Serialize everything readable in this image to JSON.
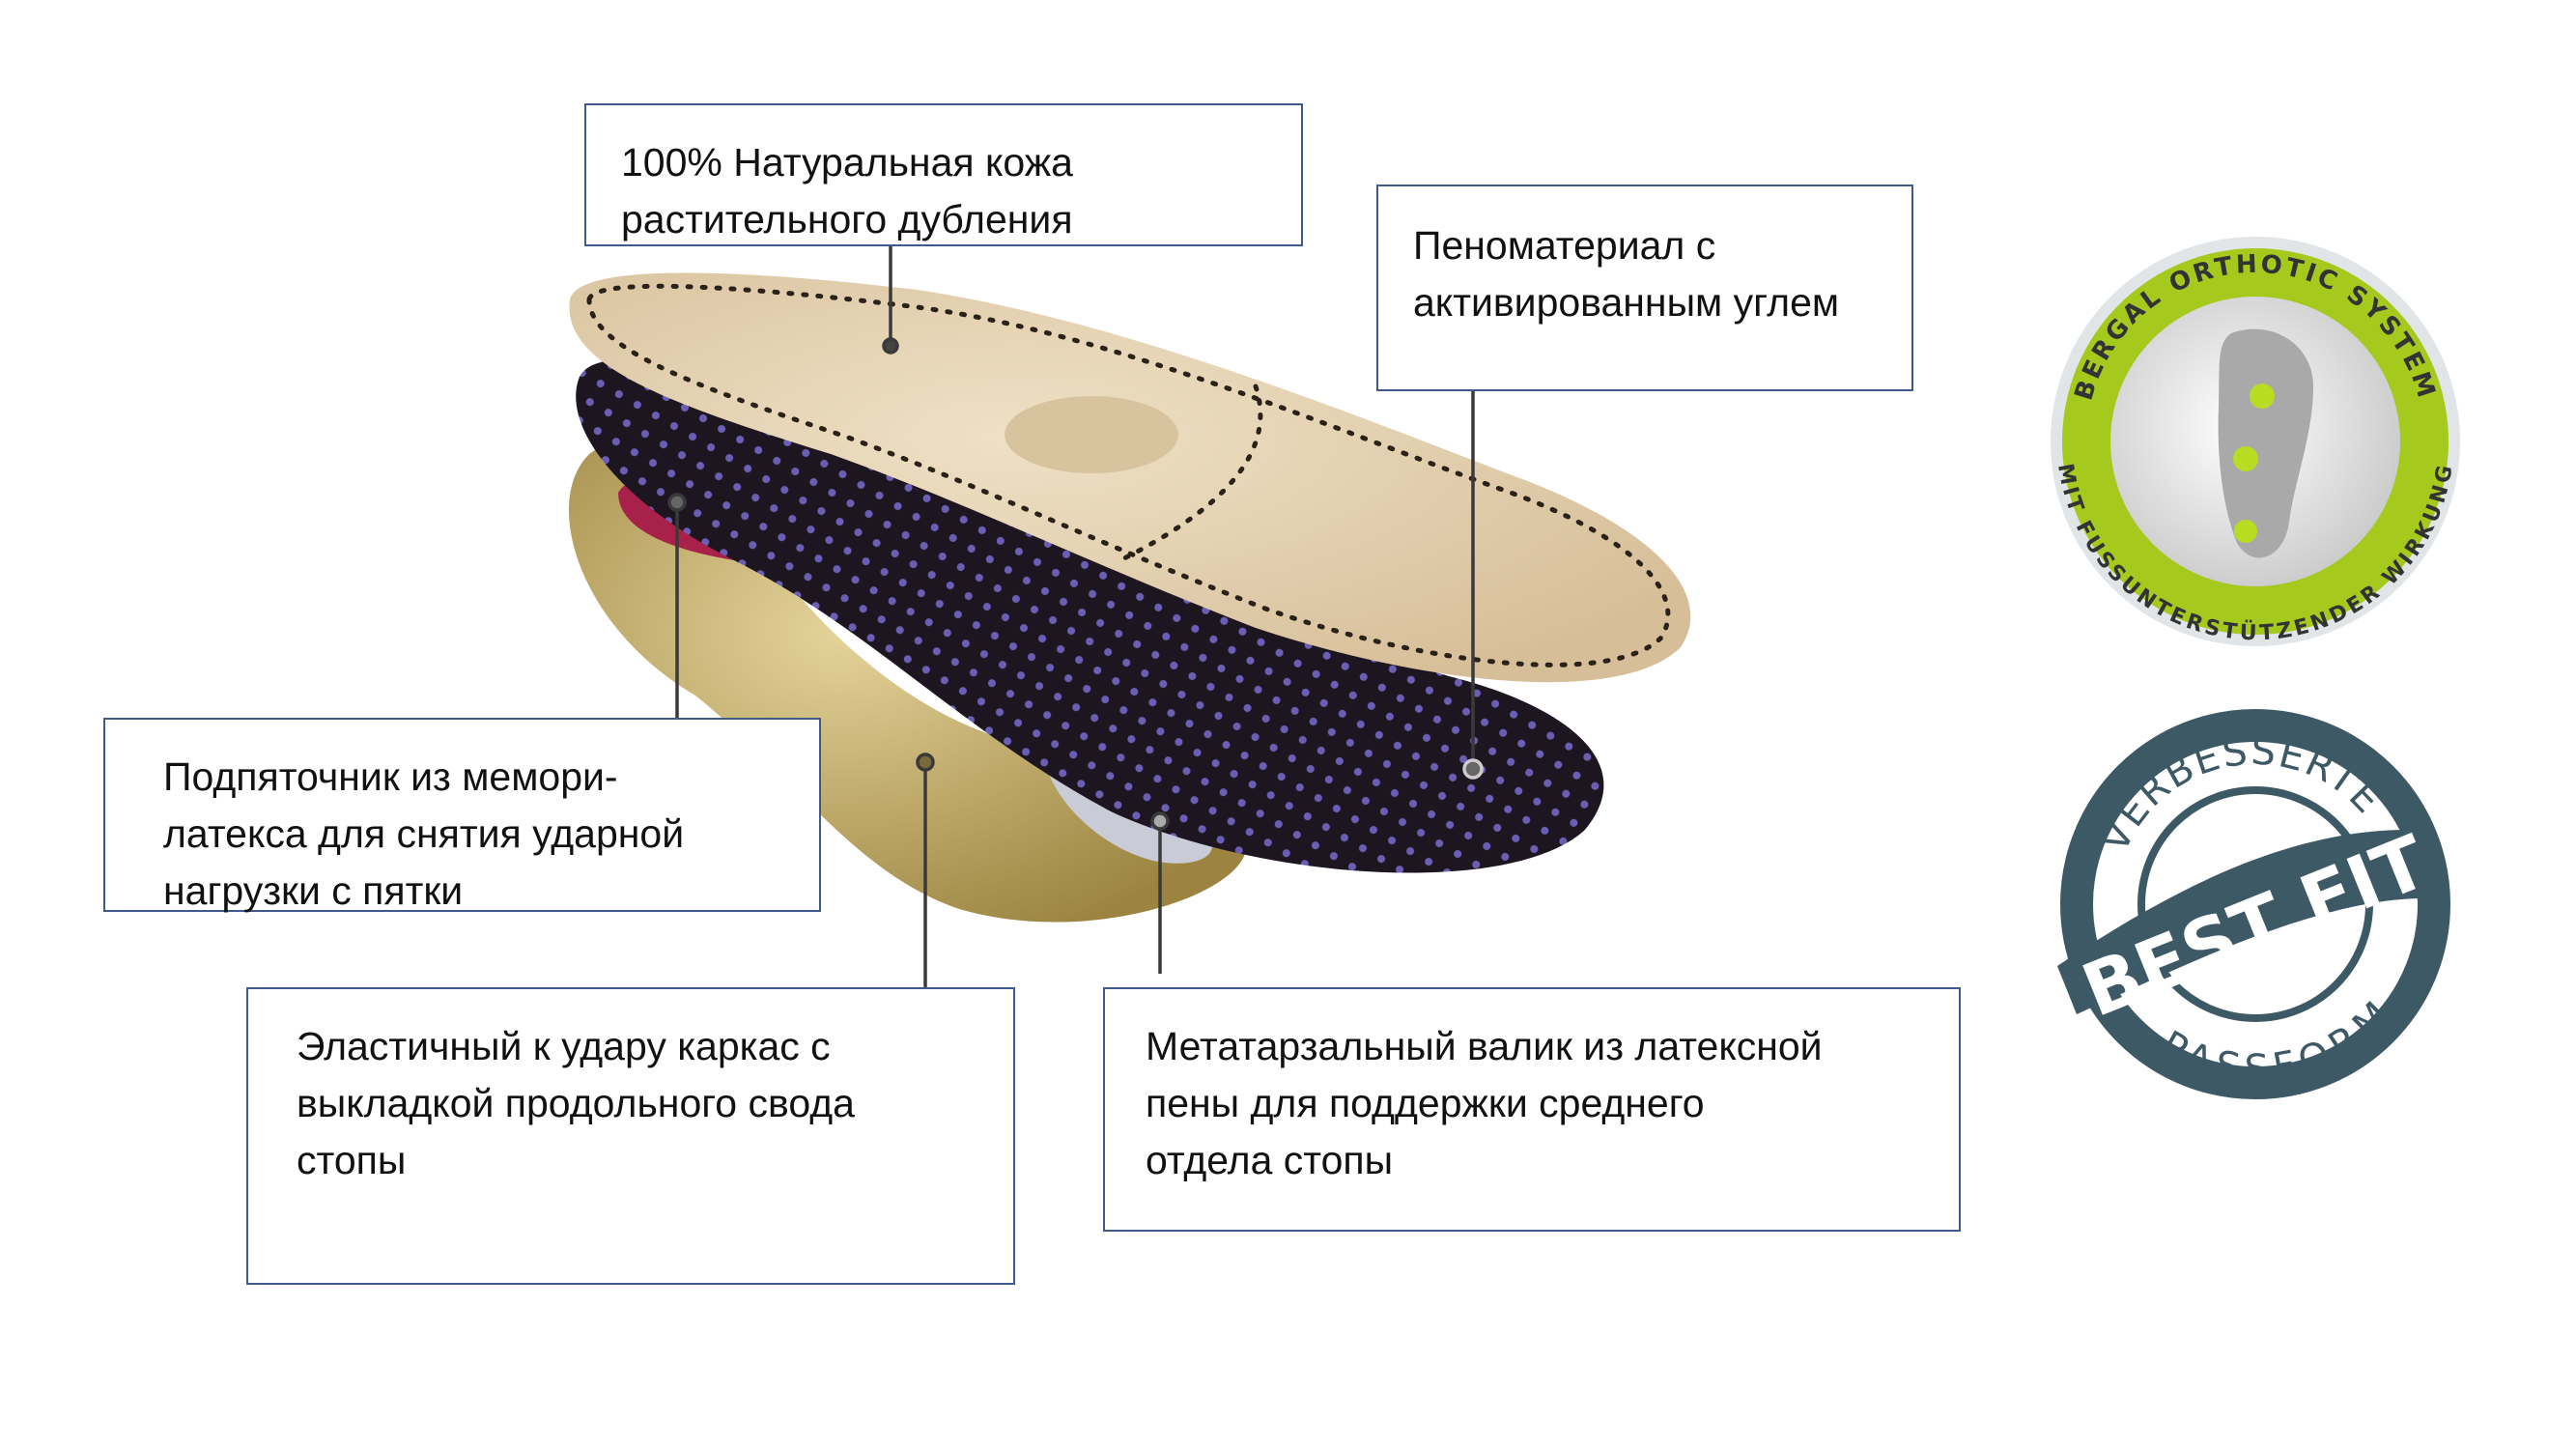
{
  "callouts": {
    "leather": [
      "100% Натуральная кожа",
      "растительного дубления"
    ],
    "foam": [
      "Пеноматериал с",
      "активированным углем"
    ],
    "heel": [
      "Подпяточник из мемори-",
      "латекса для снятия ударной",
      "нагрузки с пятки"
    ],
    "frame": [
      "Эластичный к удару каркас с",
      "выкладкой продольного свода",
      "стопы"
    ],
    "metatarsal": [
      "Метатарзальный валик из латексной",
      "пены для поддержки среднего",
      "отдела стопы"
    ]
  },
  "badges": {
    "bergal": {
      "top": "BERGAL ORTHOTIC SYSTEM",
      "bottom": "MIT FUSSUNTERSTÜTZENDER WIRKUNG",
      "color": "#a6c91e"
    },
    "bestfit": {
      "top": "VERBESSERTE",
      "center": "BEST FIT",
      "bottom": "PASSFORM",
      "color": "#3d5966"
    }
  },
  "colors": {
    "border": "#3f5a8c",
    "leather": "#e3cfae",
    "foam": "#1d1620",
    "frame": "#b59a4c"
  }
}
